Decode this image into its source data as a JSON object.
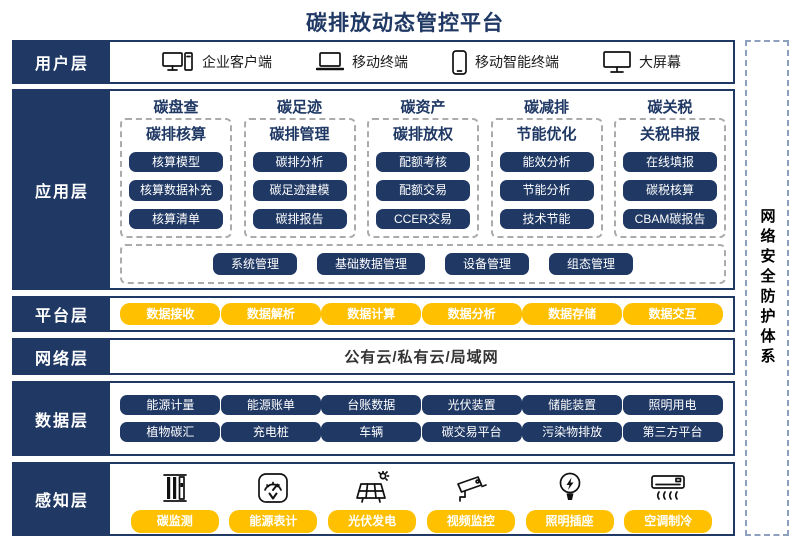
{
  "title": "碳排放动态管控平台",
  "colors": {
    "navy": "#1f3864",
    "yellow": "#ffc000",
    "dash_gray": "#ababab",
    "dash_blue": "#8da0bd"
  },
  "user_layer": {
    "label": "用户层",
    "items": [
      {
        "icon": "desktop-pc-icon",
        "label": "企业客户端"
      },
      {
        "icon": "laptop-icon",
        "label": "移动终端"
      },
      {
        "icon": "smartphone-icon",
        "label": "移动智能终端"
      },
      {
        "icon": "big-screen-icon",
        "label": "大屏幕"
      }
    ]
  },
  "app_layer": {
    "label": "应用层",
    "columns": [
      {
        "header": "碳盘查",
        "group": "碳排核算",
        "items": [
          "核算模型",
          "核算数据补充",
          "核算清单"
        ]
      },
      {
        "header": "碳足迹",
        "group": "碳排管理",
        "items": [
          "碳排分析",
          "碳足迹建模",
          "碳排报告"
        ]
      },
      {
        "header": "碳资产",
        "group": "碳排放权",
        "items": [
          "配额考核",
          "配额交易",
          "CCER交易"
        ]
      },
      {
        "header": "碳减排",
        "group": "节能优化",
        "items": [
          "能效分析",
          "节能分析",
          "技术节能"
        ]
      },
      {
        "header": "碳关税",
        "group": "关税申报",
        "items": [
          "在线填报",
          "碳税核算",
          "CBAM碳报告"
        ]
      }
    ],
    "bottom_items": [
      "系统管理",
      "基础数据管理",
      "设备管理",
      "组态管理"
    ]
  },
  "platform_layer": {
    "label": "平台层",
    "items": [
      "数据接收",
      "数据解析",
      "数据计算",
      "数据分析",
      "数据存储",
      "数据交互"
    ]
  },
  "network_layer": {
    "label": "网络层",
    "text": "公有云/私有云/局域网"
  },
  "data_layer": {
    "label": "数据层",
    "rows": [
      [
        "能源计量",
        "能源账单",
        "台账数据",
        "光伏装置",
        "储能装置",
        "照明用电"
      ],
      [
        "植物碳汇",
        "充电桩",
        "车辆",
        "碳交易平台",
        "污染物排放",
        "第三方平台"
      ]
    ]
  },
  "perception_layer": {
    "label": "感知层",
    "items": [
      {
        "icon": "emission-monitor-icon",
        "label": "碳监测"
      },
      {
        "icon": "energy-meter-icon",
        "label": "能源表计"
      },
      {
        "icon": "solar-panel-icon",
        "label": "光伏发电"
      },
      {
        "icon": "cctv-camera-icon",
        "label": "视频监控"
      },
      {
        "icon": "light-bulb-icon",
        "label": "照明插座"
      },
      {
        "icon": "air-conditioner-icon",
        "label": "空调制冷"
      }
    ]
  },
  "security_sidebar": {
    "text": "网络安全防护体系"
  }
}
